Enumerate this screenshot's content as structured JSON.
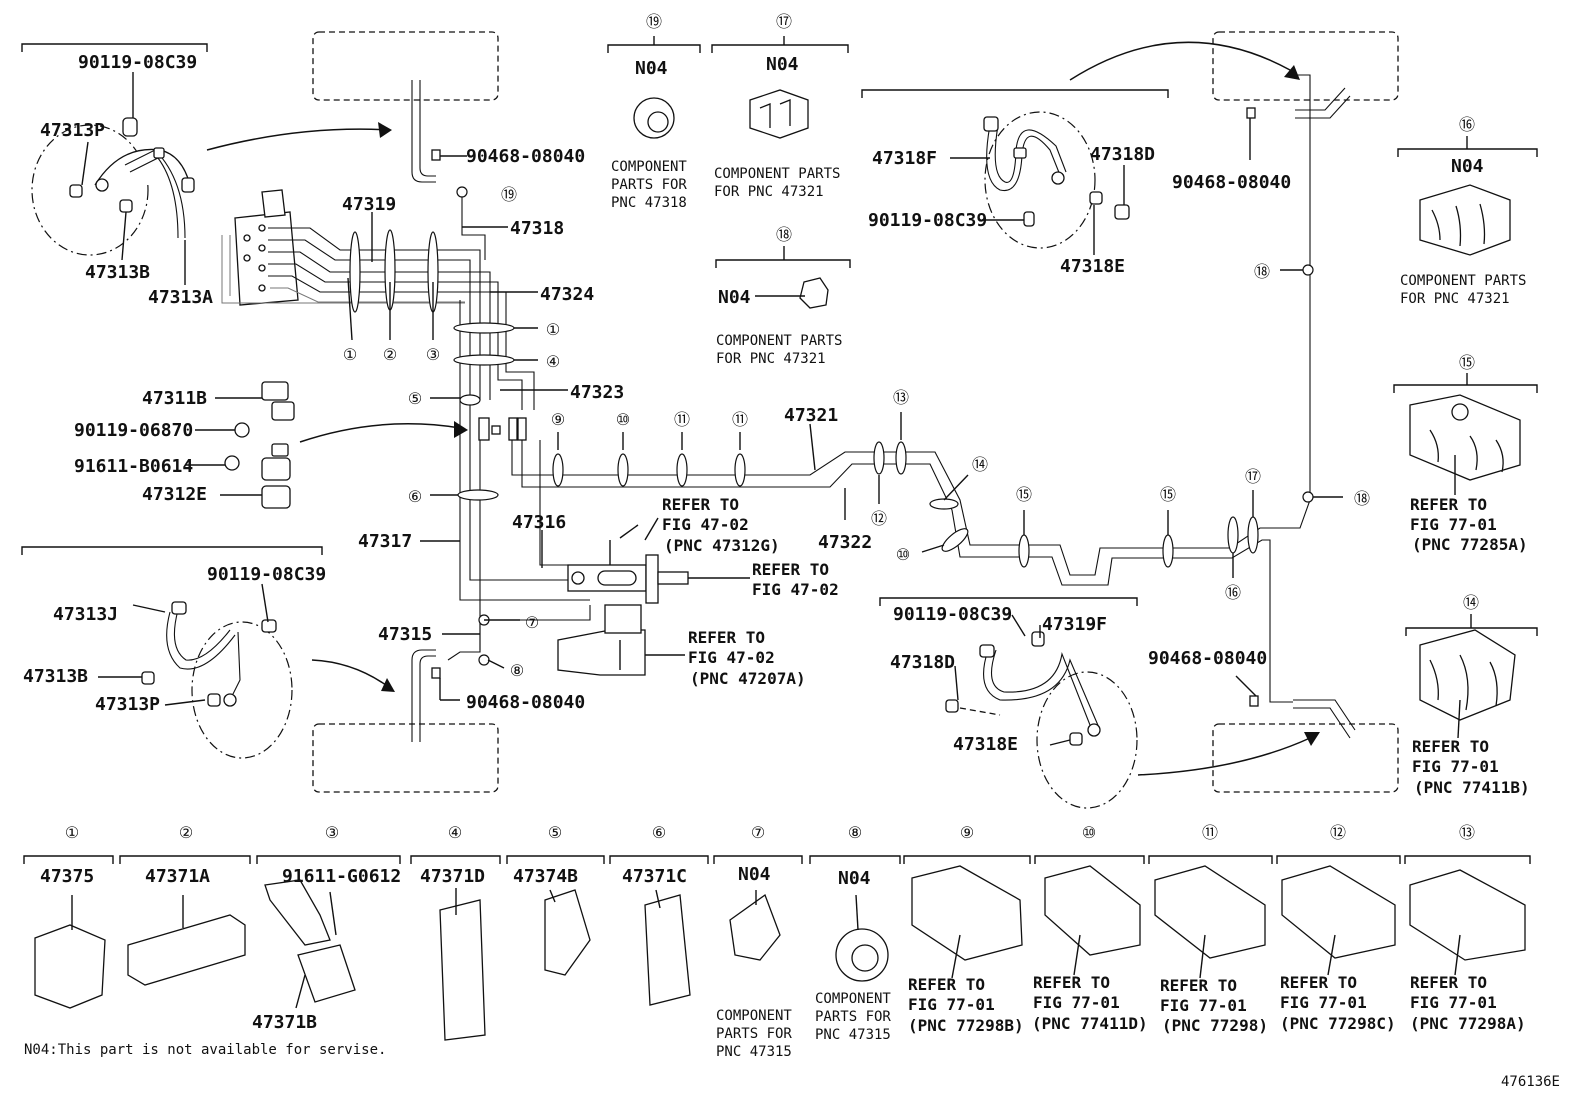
{
  "callouts": [
    "①",
    "②",
    "③",
    "④",
    "⑤",
    "⑥",
    "⑦",
    "⑧",
    "⑨",
    "⑩",
    "⑪",
    "⑫",
    "⑬",
    "⑭",
    "⑮",
    "⑯",
    "⑰",
    "⑱",
    "⑲"
  ],
  "labels": {
    "p90119_08C39": "90119-08C39",
    "p47313P": "47313P",
    "p47313B": "47313B",
    "p47313A": "47313A",
    "p47313J": "47313J",
    "p90468_08040": "90468-08040",
    "p47319": "47319",
    "p47318": "47318",
    "p47324": "47324",
    "p47323": "47323",
    "p47311B": "47311B",
    "p90119_06870": "90119-06870",
    "p91611_B0614": "91611-B0614",
    "p47312E": "47312E",
    "p47317": "47317",
    "p47316": "47316",
    "p47315": "47315",
    "p47321": "47321",
    "p47322": "47322",
    "p47318F": "47318F",
    "p47318D": "47318D",
    "p47318E": "47318E",
    "p47319F": "47319F",
    "p47375": "47375",
    "p47371A": "47371A",
    "p91611_G0612": "91611-G0612",
    "p47371B": "47371B",
    "p47371D": "47371D",
    "p47374B": "47374B",
    "p47371C": "47371C",
    "n04": "N04",
    "refer_to": "REFER TO",
    "fig_47_02": "FIG 47-02",
    "fig_77_01": "FIG 77-01",
    "pnc_47312G": "(PNC 47312G)",
    "pnc_47207A": "(PNC 47207A)",
    "pnc_77285A": "(PNC 77285A)",
    "pnc_77411B": "(PNC 77411B)",
    "pnc_77298B": "(PNC 77298B)",
    "pnc_77411D": "(PNC 77411D)",
    "pnc_77298": "(PNC 77298)",
    "pnc_77298C": "(PNC 77298C)",
    "pnc_77298A": "(PNC 77298A)",
    "component": "COMPONENT",
    "parts_for": "PARTS FOR",
    "component_parts": "COMPONENT PARTS",
    "for_pnc_47321": "FOR PNC 47321",
    "pnc_47318": "PNC 47318",
    "pnc_47315": "PNC 47315",
    "note": "N04:This part is not available for servise.",
    "figure_id": "476136E"
  }
}
